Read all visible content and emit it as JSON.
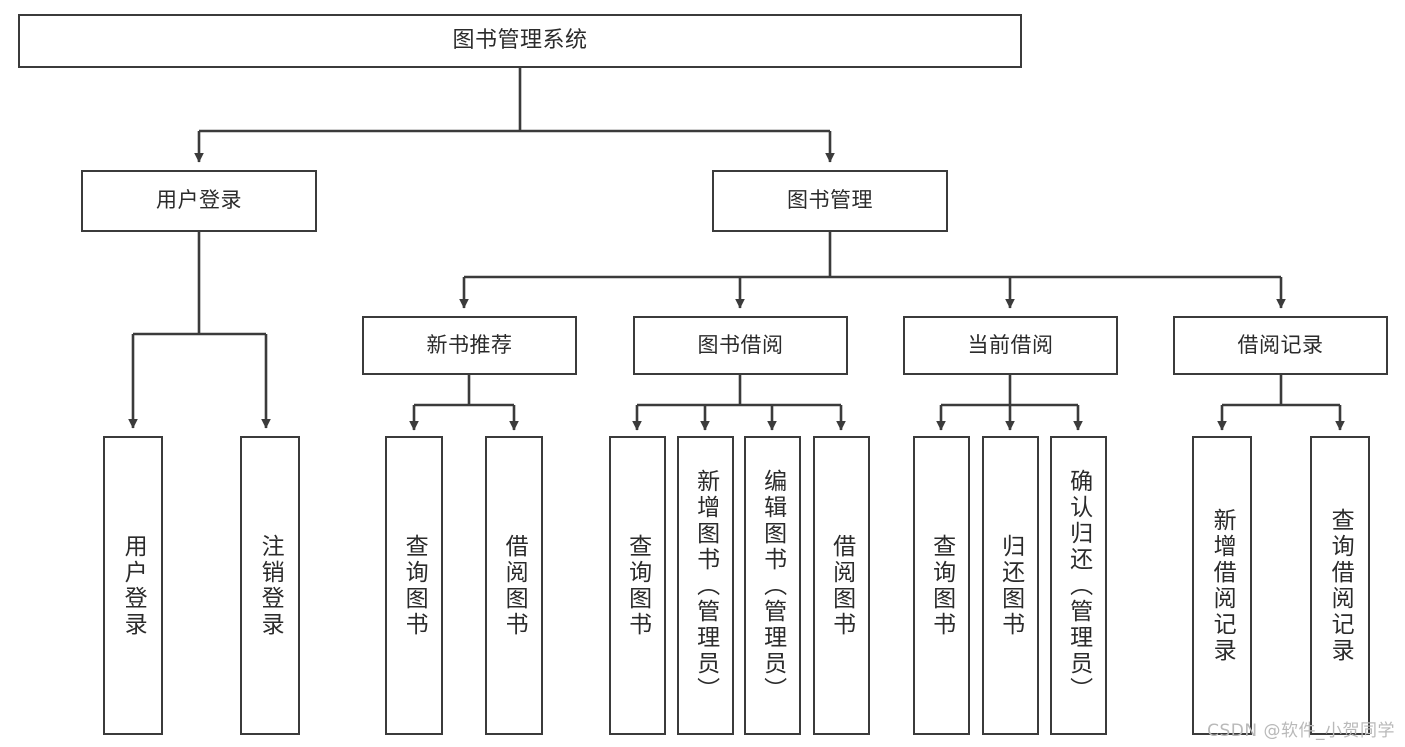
{
  "diagram": {
    "title": "图书管理系统",
    "type": "functional-structure-tree",
    "colors": {
      "box_border": "#3b3b3b",
      "box_fill": "#ffffff",
      "line": "#3b3b3b",
      "text": "#2b2b2b",
      "watermark": "#b9b9b9",
      "background": "#ffffff"
    },
    "watermark": "CSDN @软件_小贺同学",
    "nodes": {
      "root": {
        "label": "图书管理系统"
      },
      "level2": [
        {
          "id": "user-login",
          "label": "用户登录"
        },
        {
          "id": "book-management",
          "label": "图书管理"
        }
      ],
      "level3": [
        {
          "id": "new-book-recommend",
          "label": "新书推荐"
        },
        {
          "id": "book-borrow",
          "label": "图书借阅"
        },
        {
          "id": "current-borrow",
          "label": "当前借阅"
        },
        {
          "id": "borrow-record",
          "label": "借阅记录"
        }
      ],
      "leaves": [
        {
          "id": "leaf-user-login",
          "label": "用户登录",
          "parent": "user-login"
        },
        {
          "id": "leaf-user-logout",
          "label": "注销登录",
          "parent": "user-login"
        },
        {
          "id": "leaf-query-book-1",
          "label": "查询图书",
          "parent": "new-book-recommend"
        },
        {
          "id": "leaf-borrow-book-1",
          "label": "借阅图书",
          "parent": "new-book-recommend"
        },
        {
          "id": "leaf-query-book-2",
          "label": "查询图书",
          "parent": "book-borrow"
        },
        {
          "id": "leaf-add-book",
          "label": "新增图书（管理员）",
          "parent": "book-borrow"
        },
        {
          "id": "leaf-edit-book",
          "label": "编辑图书（管理员）",
          "parent": "book-borrow"
        },
        {
          "id": "leaf-borrow-book-2",
          "label": "借阅图书",
          "parent": "book-borrow"
        },
        {
          "id": "leaf-query-book-3",
          "label": "查询图书",
          "parent": "current-borrow"
        },
        {
          "id": "leaf-return-book",
          "label": "归还图书",
          "parent": "current-borrow"
        },
        {
          "id": "leaf-confirm-return",
          "label": "确认归还（管理员）",
          "parent": "current-borrow"
        },
        {
          "id": "leaf-add-borrow-record",
          "label": "新增借阅记录",
          "parent": "borrow-record"
        },
        {
          "id": "leaf-query-borrow-record",
          "label": "查询借阅记录",
          "parent": "borrow-record"
        }
      ]
    }
  }
}
